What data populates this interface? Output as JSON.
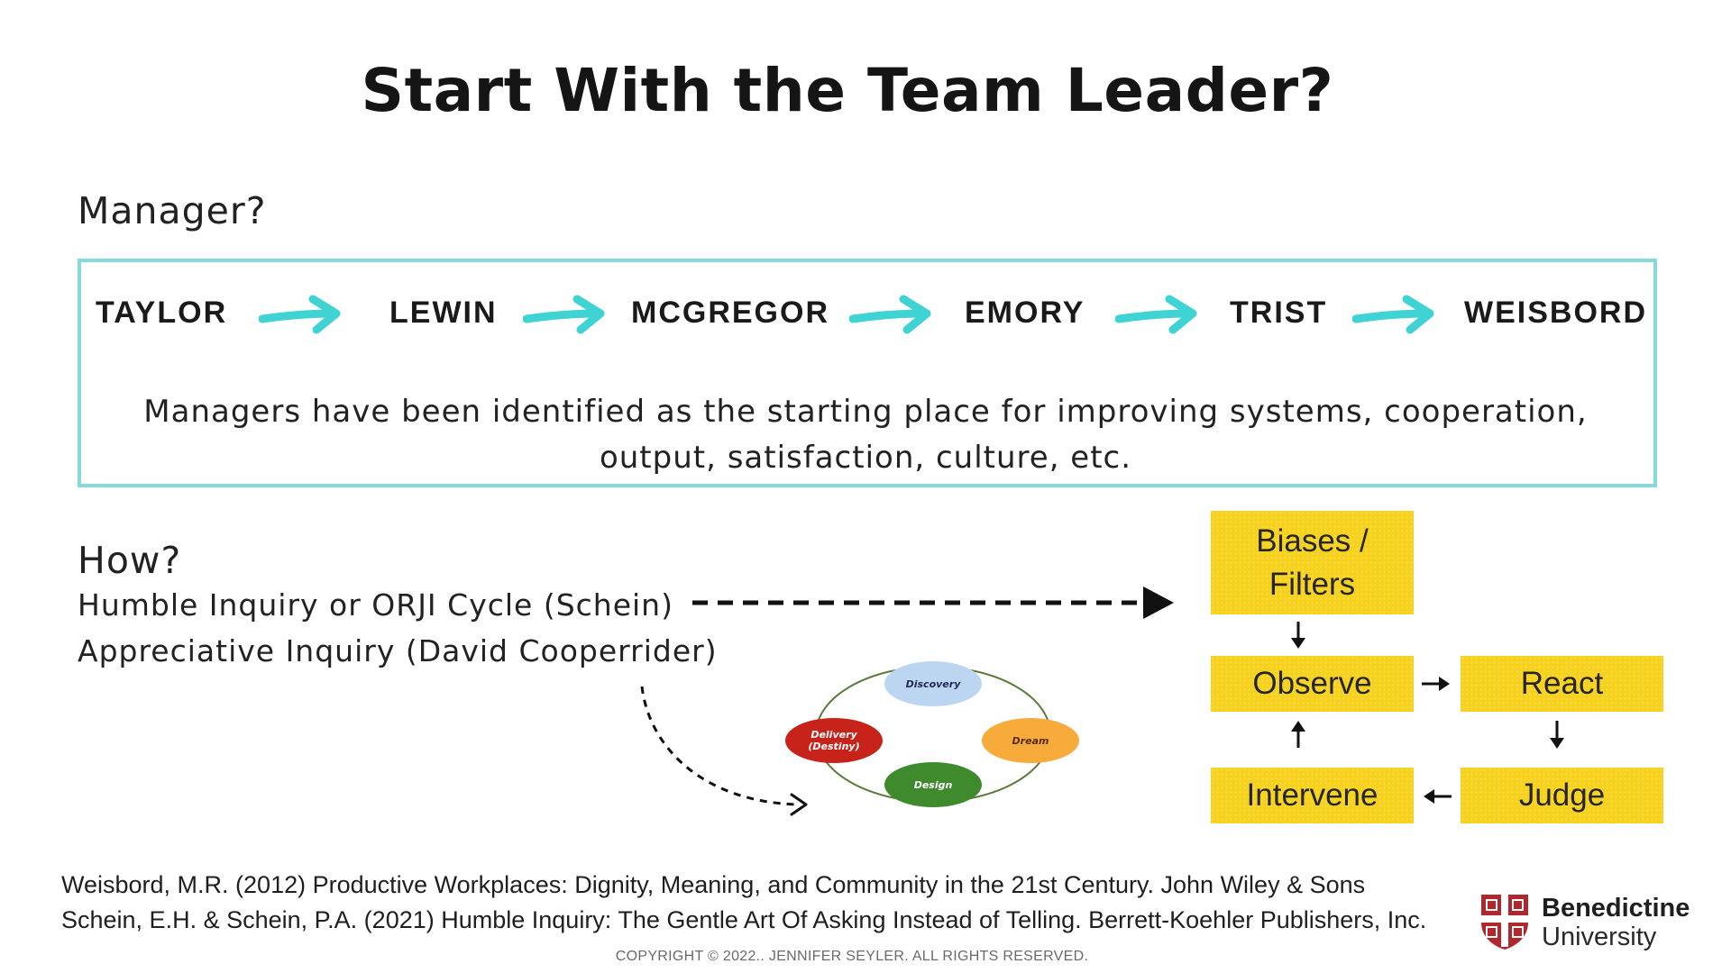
{
  "title": "Start With the Team Leader?",
  "manager_section": {
    "heading": "Manager?",
    "timeline": [
      "TAYLOR",
      "LEWIN",
      "MCGREGOR",
      "EMORY",
      "TRIST",
      "WEISBORD"
    ],
    "description": "Managers have been identified as the starting place for improving systems, cooperation, output, satisfaction, culture, etc.",
    "arrow_color": "#3fd3d3",
    "border_color": "#86dada"
  },
  "how_section": {
    "heading": "How?",
    "methods": [
      "Humble Inquiry or ORJI Cycle (Schein)",
      "Appreciative Inquiry (David Cooperrider)"
    ]
  },
  "orji_cycle": {
    "box_color": "#f6d21e",
    "biases": "Biases / Filters",
    "observe": "Observe",
    "react": "React",
    "judge": "Judge",
    "intervene": "Intervene"
  },
  "ai_cycle": {
    "discovery": "Discovery",
    "dream": "Dream",
    "design": "Design",
    "delivery_line1": "Delivery",
    "delivery_line2": "(Destiny)",
    "colors": {
      "discovery": "#bcd6f2",
      "dream": "#f7ab3b",
      "design": "#3e8a2c",
      "delivery": "#c8231b"
    }
  },
  "citations": [
    "Weisbord, M.R. (2012) Productive Workplaces: Dignity, Meaning, and Community in the 21st Century. John Wiley & Sons",
    "Schein, E.H. & Schein, P.A. (2021) Humble Inquiry: The Gentle Art Of Asking Instead of Telling. Berrett-Koehler Publishers, Inc."
  ],
  "copyright": "COPYRIGHT © 2022.. JENNIFER SEYLER. ALL RIGHTS RESERVED.",
  "logo": {
    "line1": "Benedictine",
    "line2": "University",
    "shield_color": "#b0282d"
  }
}
